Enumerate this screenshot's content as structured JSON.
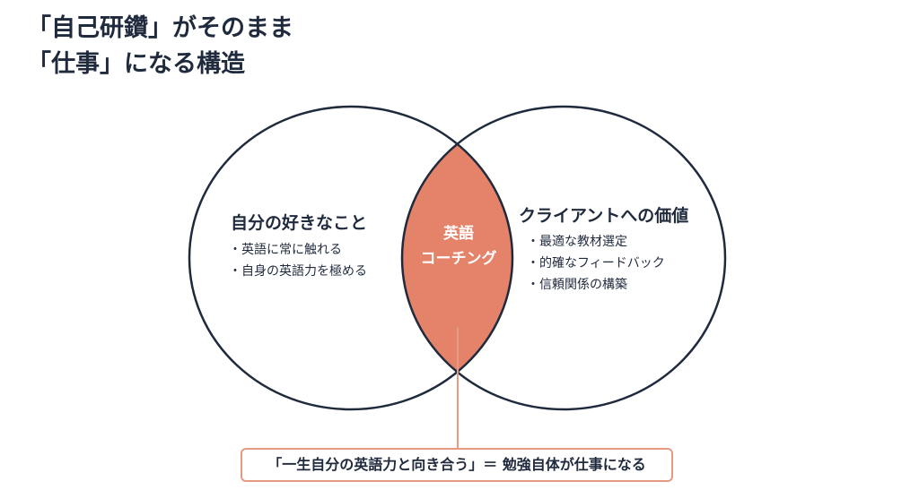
{
  "title": {
    "line1": "「自己研鑽」がそのまま",
    "line2": "「仕事」になる構造"
  },
  "left": {
    "heading": "自分の好きなこと",
    "items": [
      "・英語に常に触れる",
      "・自身の英語力を極める"
    ]
  },
  "right": {
    "heading": "クライアントへの価値",
    "items": [
      "・最適な教材選定",
      "・的確なフィードバック",
      "・信頼関係の構築"
    ]
  },
  "center": {
    "line1": "英語",
    "line2": "コーチング"
  },
  "caption": "「一生自分の英語力と向き合う」＝ 勉強自体が仕事になる",
  "colors": {
    "accent": "#e5826a",
    "stroke": "#1f2a3d"
  }
}
